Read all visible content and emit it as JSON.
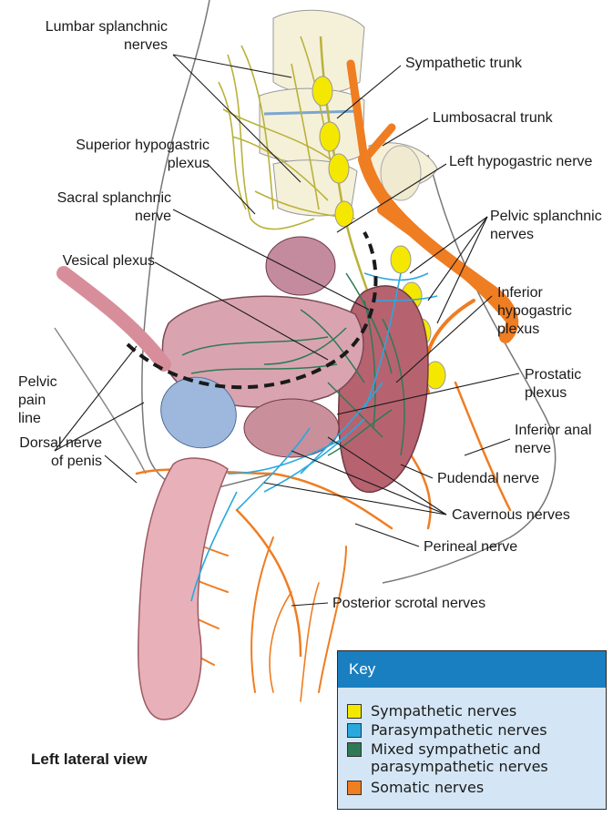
{
  "labels": {
    "lumbar_splanchnic": [
      "Lumbar splanchnic",
      "nerves"
    ],
    "sympathetic_trunk": "Sympathetic trunk",
    "lumbosacral_trunk": "Lumbosacral trunk",
    "superior_hypogastric": [
      "Superior hypogastric",
      "plexus"
    ],
    "left_hypogastric": "Left hypogastric nerve",
    "sacral_splanchnic": [
      "Sacral splanchnic",
      "nerve"
    ],
    "pelvic_splanchnic": [
      "Pelvic splanchnic",
      "nerves"
    ],
    "vesical_plexus": "Vesical plexus",
    "inferior_hypogastric": [
      "Inferior",
      "hypogastric",
      "plexus"
    ],
    "pelvic_pain_line": [
      "Pelvic",
      "pain",
      "line"
    ],
    "prostatic_plexus": [
      "Prostatic",
      "plexus"
    ],
    "inferior_anal": [
      "Inferior anal",
      "nerve"
    ],
    "dorsal_nerve": [
      "Dorsal nerve",
      "of penis"
    ],
    "pudendal": "Pudendal nerve",
    "cavernous": "Cavernous nerves",
    "perineal": "Perineal nerve",
    "posterior_scrotal": "Posterior scrotal nerves"
  },
  "view_label": "Left lateral view",
  "key": {
    "title": "Key",
    "items": [
      {
        "label": [
          "Sympathetic nerves"
        ],
        "color": "#f5e800"
      },
      {
        "label": [
          "Parasympathetic nerves"
        ],
        "color": "#29a8e0"
      },
      {
        "label": [
          "Mixed sympathetic and",
          "parasympathetic nerves"
        ],
        "color": "#2e7a55"
      },
      {
        "label": [
          "Somatic nerves"
        ],
        "color": "#ef7d22"
      }
    ]
  },
  "colors": {
    "sympathetic": "#f5e800",
    "parasympathetic": "#29a8e0",
    "mixed": "#2e7a55",
    "somatic": "#ef7d22",
    "plexus_olive": "#b9b23a",
    "bone": "#f5f0d8",
    "bladder": "#d9a4b0",
    "prostate": "#c98f9b",
    "penis": "#e8b0b8",
    "rectum": "#b7626f",
    "pubic_bone": "#9db8dc"
  }
}
